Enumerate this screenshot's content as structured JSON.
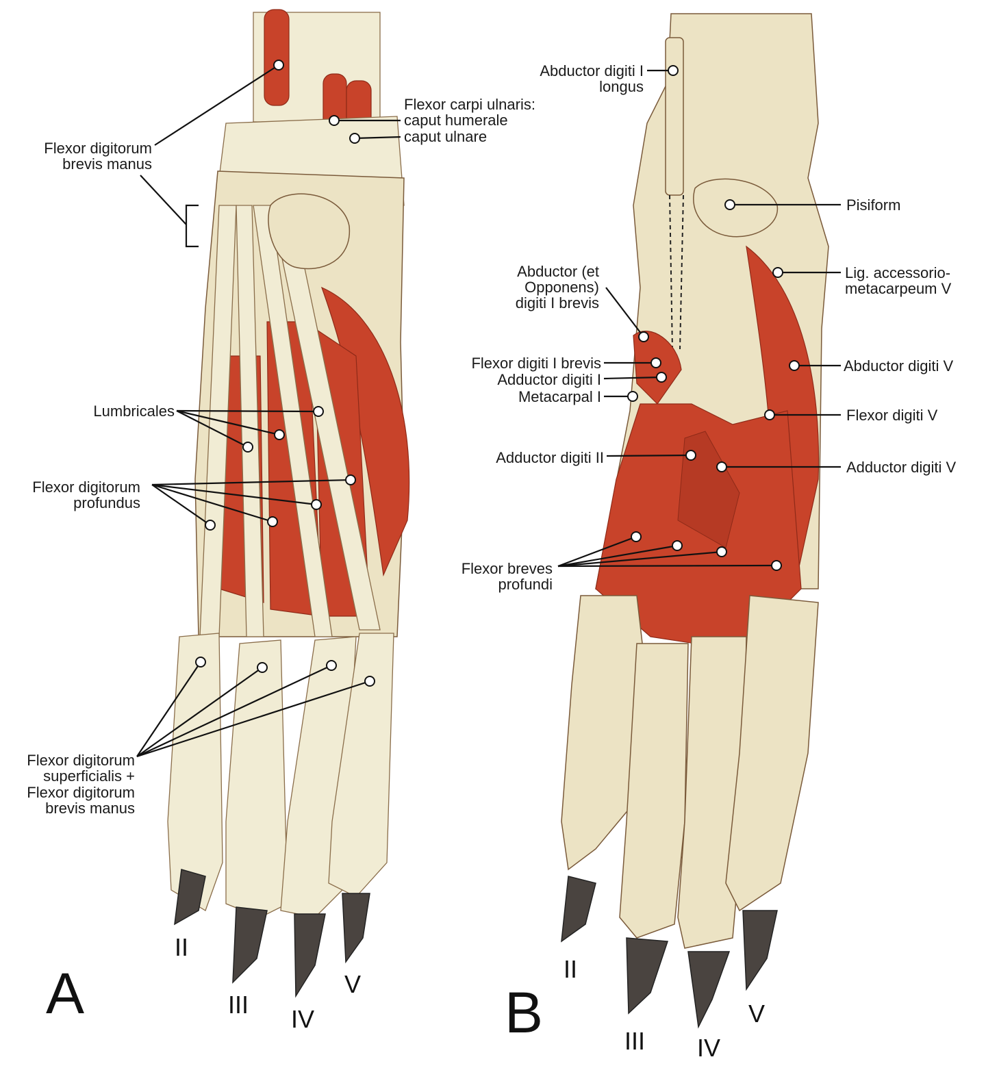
{
  "panels": {
    "a": "A",
    "b": "B"
  },
  "panel_a": {
    "labels": {
      "fdbm": [
        "Flexor digitorum",
        "brevis manus"
      ],
      "fcu": [
        "Flexor carpi ulnaris:",
        "caput humerale",
        "caput ulnare"
      ],
      "lumbricales": "Lumbricales",
      "fdp": [
        "Flexor digitorum",
        "profundus"
      ],
      "fds": [
        "Flexor digitorum",
        "superficialis +",
        "Flexor digitorum",
        "brevis manus"
      ]
    },
    "digits": [
      "II",
      "III",
      "IV",
      "V"
    ]
  },
  "panel_b": {
    "labels": {
      "adil": [
        "Abductor digiti I",
        "longus"
      ],
      "pisiform": "Pisiform",
      "lig": [
        "Lig. accessorio-",
        "metacarpeum V"
      ],
      "aodib": [
        "Abductor (et",
        "Opponens)",
        "digiti I brevis"
      ],
      "fdib": "Flexor digiti I brevis",
      "adi": "Adductor digiti I",
      "mc1": "Metacarpal I",
      "abdv": "Abductor digiti V",
      "fdv": "Flexor digiti V",
      "adii": "Adductor digiti II",
      "addv": "Adductor digiti V",
      "fbp": [
        "Flexor breves",
        "profundi"
      ]
    },
    "digits": [
      "II",
      "III",
      "IV",
      "V"
    ]
  }
}
